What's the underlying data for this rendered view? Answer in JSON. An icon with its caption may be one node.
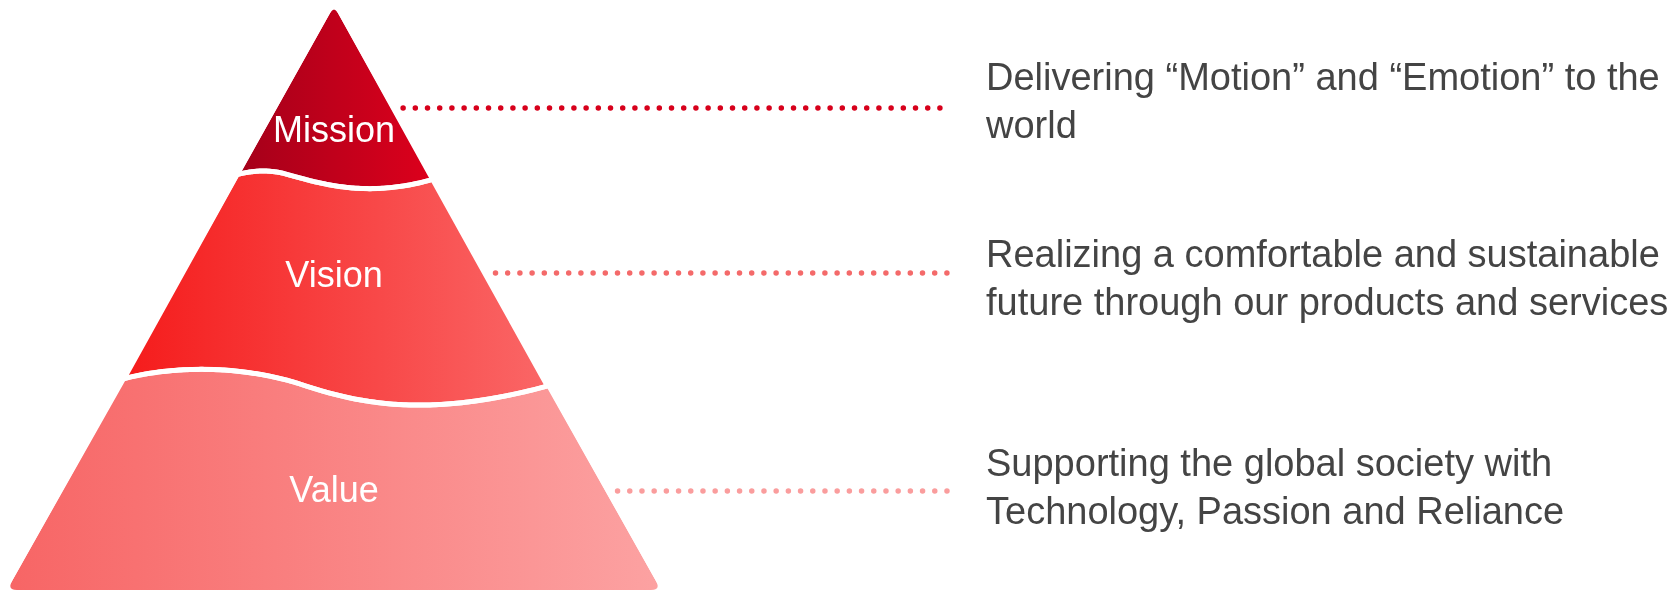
{
  "diagram": {
    "nodes": [
      {
        "text": [
          "Mission"
        ]
      },
      {
        "text": [
          "Vision"
        ]
      },
      {
        "text": [
          "Value"
        ]
      },
      {
        "text": [
          "Delivering “Motion” and “Emotion” to the world"
        ]
      },
      {
        "text": [
          "Realizing a comfortable and sustainable future through our products and services"
        ]
      },
      {
        "text": [
          "Supporting the global society with Technology, Passion and Reliance"
        ]
      }
    ],
    "edges": [
      {
        "from": 0,
        "to": 3,
        "arrow": "none",
        "style": "dashed",
        "color": "#d7001b"
      },
      {
        "from": 1,
        "to": 4,
        "arrow": "none",
        "style": "dashed",
        "color": "#f46a6a"
      },
      {
        "from": 2,
        "to": 5,
        "arrow": "none",
        "style": "dashed",
        "color": "#fa9d9d"
      }
    ]
  }
}
